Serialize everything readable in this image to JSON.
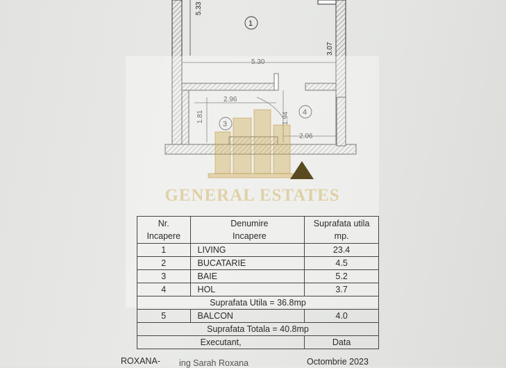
{
  "plan": {
    "dims": {
      "d533": "5.33",
      "d530": "5.30",
      "d307": "3.07",
      "d296": "2.96",
      "d181": "1.81",
      "d194": "1.94",
      "d206": "2.06"
    },
    "room_markers": {
      "r1": "1",
      "r3": "3",
      "r4": "4"
    }
  },
  "watermark": {
    "brand": "GENERAL ESTATES"
  },
  "table": {
    "headers": {
      "nr": [
        "Nr.",
        "Incapere"
      ],
      "name": [
        "Denumire",
        "Incapere"
      ],
      "area": [
        "Suprafata utila",
        "mp."
      ]
    },
    "rows": [
      {
        "nr": "1",
        "name": "LIVING",
        "area": "23.4"
      },
      {
        "nr": "2",
        "name": "BUCATARIE",
        "area": "4.5"
      },
      {
        "nr": "3",
        "name": "BAIE",
        "area": "5.2"
      },
      {
        "nr": "4",
        "name": "HOL",
        "area": "3.7"
      }
    ],
    "suprafata_utila": "Suprafata Utila = 36.8mp",
    "balcon": {
      "nr": "5",
      "name": "BALCON",
      "area": "4.0"
    },
    "suprafata_totala": "Suprafata Totala = 40.8mp",
    "executant": "Executant,",
    "data": "Data"
  },
  "footer": {
    "left": "ROXANA-",
    "left2": "ing Sarah Roxana",
    "right": "Octombrie 2023"
  }
}
